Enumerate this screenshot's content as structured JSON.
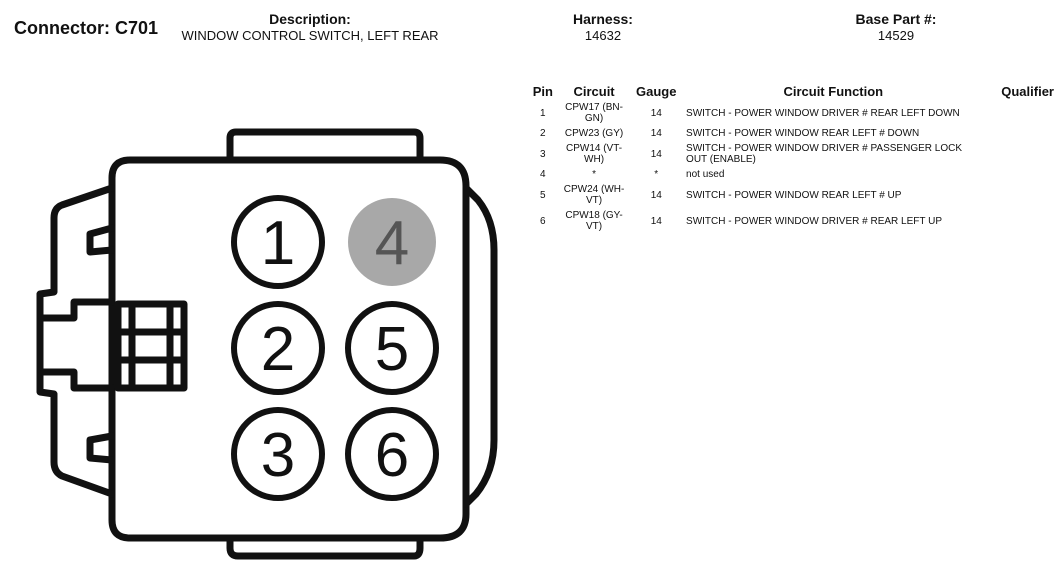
{
  "header": {
    "connector_title": "Connector: C701",
    "description_label": "Description:",
    "description_value": "WINDOW CONTROL SWITCH, LEFT REAR",
    "harness_label": "Harness:",
    "harness_value": "14632",
    "base_part_label": "Base Part #:",
    "base_part_value": "14529"
  },
  "table": {
    "columns": [
      "Pin",
      "Circuit",
      "Gauge",
      "Circuit Function",
      "Qualifier"
    ],
    "rows": [
      {
        "pin": "1",
        "circuit": "CPW17 (BN-GN)",
        "gauge": "14",
        "function": "SWITCH - POWER WINDOW DRIVER # REAR LEFT DOWN",
        "qualifier": ""
      },
      {
        "pin": "2",
        "circuit": "CPW23 (GY)",
        "gauge": "14",
        "function": "SWITCH - POWER WINDOW REAR LEFT # DOWN",
        "qualifier": ""
      },
      {
        "pin": "3",
        "circuit": "CPW14 (VT-WH)",
        "gauge": "14",
        "function": "SWITCH - POWER WINDOW DRIVER # PASSENGER LOCK OUT (ENABLE)",
        "qualifier": ""
      },
      {
        "pin": "4",
        "circuit": "*",
        "gauge": "*",
        "function": "not used",
        "qualifier": ""
      },
      {
        "pin": "5",
        "circuit": "CPW24 (WH-VT)",
        "gauge": "14",
        "function": "SWITCH - POWER WINDOW REAR LEFT # UP",
        "qualifier": ""
      },
      {
        "pin": "6",
        "circuit": "CPW18 (GY-VT)",
        "gauge": "14",
        "function": "SWITCH - POWER WINDOW DRIVER # REAR LEFT UP",
        "qualifier": ""
      }
    ]
  },
  "connector": {
    "pins": [
      {
        "label": "1",
        "used": true
      },
      {
        "label": "4",
        "used": false
      },
      {
        "label": "2",
        "used": true
      },
      {
        "label": "5",
        "used": true
      },
      {
        "label": "3",
        "used": true
      },
      {
        "label": "6",
        "used": true
      }
    ],
    "colors": {
      "outline": "#111111",
      "unused_pin_fill": "#a8a8a8",
      "unused_pin_text": "#555555"
    }
  }
}
